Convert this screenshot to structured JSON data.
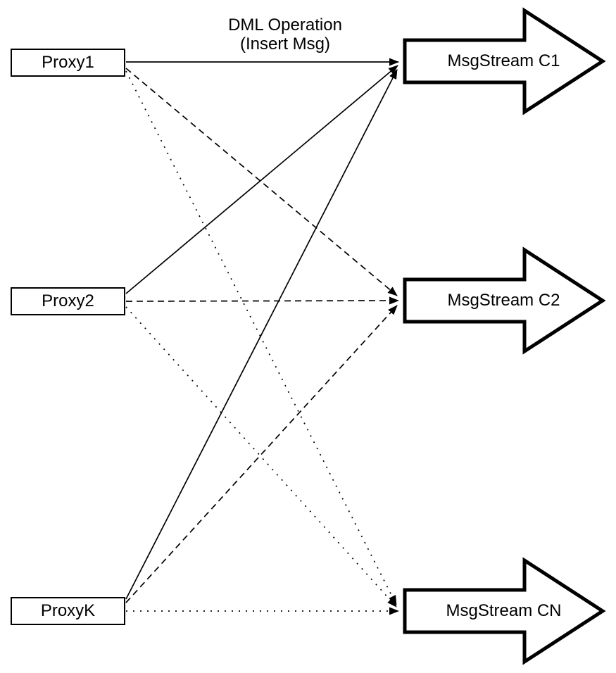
{
  "diagram": {
    "flow_label": {
      "line1": "DML Operation",
      "line2": "(Insert Msg)"
    },
    "proxies": [
      {
        "id": "proxy1",
        "label": "Proxy1"
      },
      {
        "id": "proxy2",
        "label": "Proxy2"
      },
      {
        "id": "proxyk",
        "label": "ProxyK"
      }
    ],
    "streams": [
      {
        "id": "c1",
        "label": "MsgStream C1"
      },
      {
        "id": "c2",
        "label": "MsgStream C2"
      },
      {
        "id": "cn",
        "label": "MsgStream CN"
      }
    ],
    "connections": [
      {
        "from": "Proxy1",
        "to": "MsgStream C1",
        "line_style": "solid"
      },
      {
        "from": "Proxy2",
        "to": "MsgStream C1",
        "line_style": "solid"
      },
      {
        "from": "ProxyK",
        "to": "MsgStream C1",
        "line_style": "solid"
      },
      {
        "from": "Proxy1",
        "to": "MsgStream C2",
        "line_style": "dashed"
      },
      {
        "from": "Proxy2",
        "to": "MsgStream C2",
        "line_style": "dashed"
      },
      {
        "from": "ProxyK",
        "to": "MsgStream C2",
        "line_style": "dashed"
      },
      {
        "from": "Proxy1",
        "to": "MsgStream CN",
        "line_style": "dotted"
      },
      {
        "from": "Proxy2",
        "to": "MsgStream CN",
        "line_style": "dotted"
      },
      {
        "from": "ProxyK",
        "to": "MsgStream CN",
        "line_style": "dotted"
      }
    ],
    "colors": {
      "stroke": "#000000",
      "fill": "#ffffff",
      "background": "#ffffff"
    }
  }
}
